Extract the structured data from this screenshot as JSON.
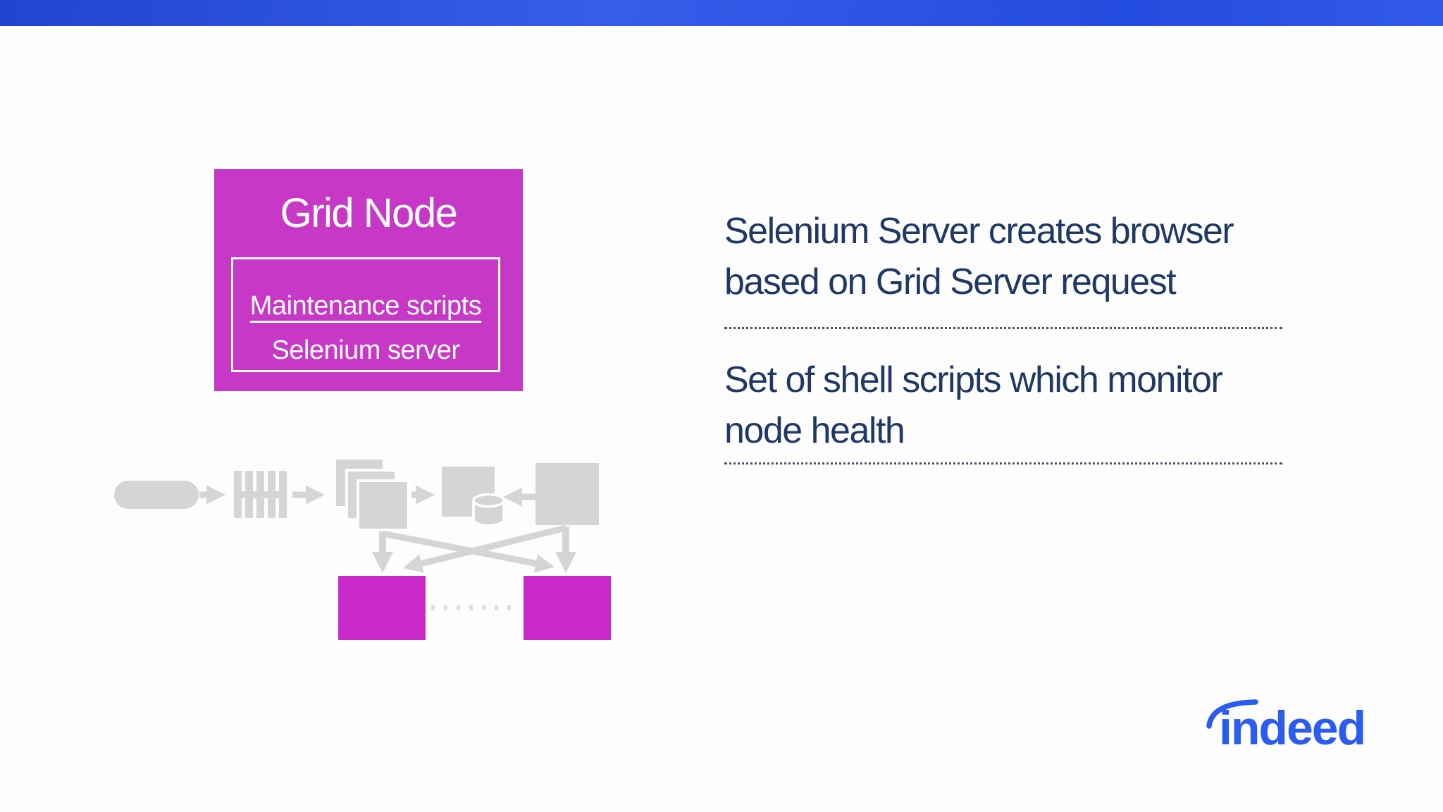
{
  "theme": {
    "background": "#fdfdfe",
    "bar_blue": "#2450e8",
    "magenta": "#c738c7",
    "node_magenta": "#cb2acb",
    "navy": "#1f3864",
    "gray": "#d5d4d6",
    "dot_gray": "#dcdbde",
    "dot_line": "#4a5068",
    "logo_blue": "#2b5cf0"
  },
  "grid_node": {
    "title": "Grid Node",
    "items": [
      {
        "label": "Maintenance scripts",
        "underlined": true
      },
      {
        "label": "Selenium server",
        "underlined": false
      }
    ]
  },
  "notes": [
    {
      "lines": [
        "Selenium Server creates browser",
        "based on Grid Server request"
      ]
    },
    {
      "lines": [
        "Set of shell scripts which monitor",
        "node health"
      ]
    }
  ],
  "diagram": {
    "icons": [
      "pill-node-icon",
      "queue-icon",
      "stacked-pages-icon",
      "server-square-icon",
      "database-cylinder-icon",
      "grid-server-square-icon"
    ],
    "nodes": [
      "grid-node-left",
      "grid-node-right"
    ],
    "connector_style": "dotted"
  },
  "logo": {
    "text": "indeed"
  }
}
